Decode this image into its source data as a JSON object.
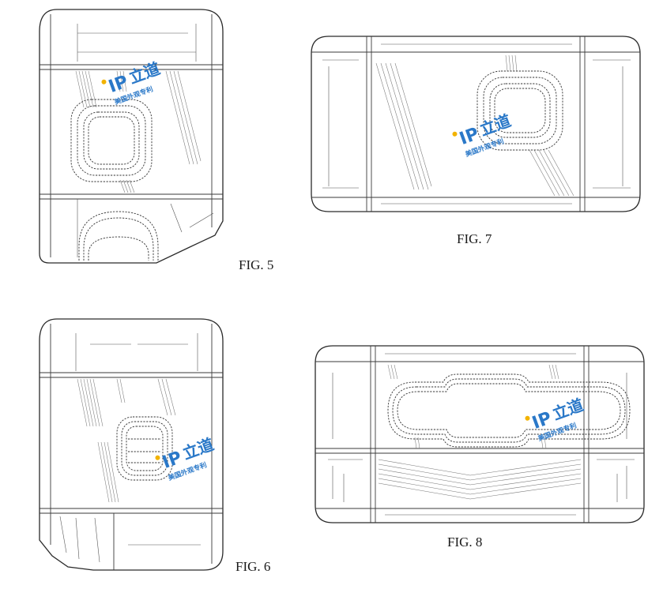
{
  "figures": [
    {
      "id": "fig5",
      "caption": "FIG. 5"
    },
    {
      "id": "fig6",
      "caption": "FIG. 6"
    },
    {
      "id": "fig7",
      "caption": "FIG. 7"
    },
    {
      "id": "fig8",
      "caption": "FIG. 8"
    }
  ],
  "watermark": {
    "logo_text": "IP",
    "mark_text": "立道",
    "subtitle": "美国外观专利",
    "color": "#2a78c8"
  },
  "colors": {
    "line": "#2a2a2a",
    "background": "#ffffff"
  }
}
